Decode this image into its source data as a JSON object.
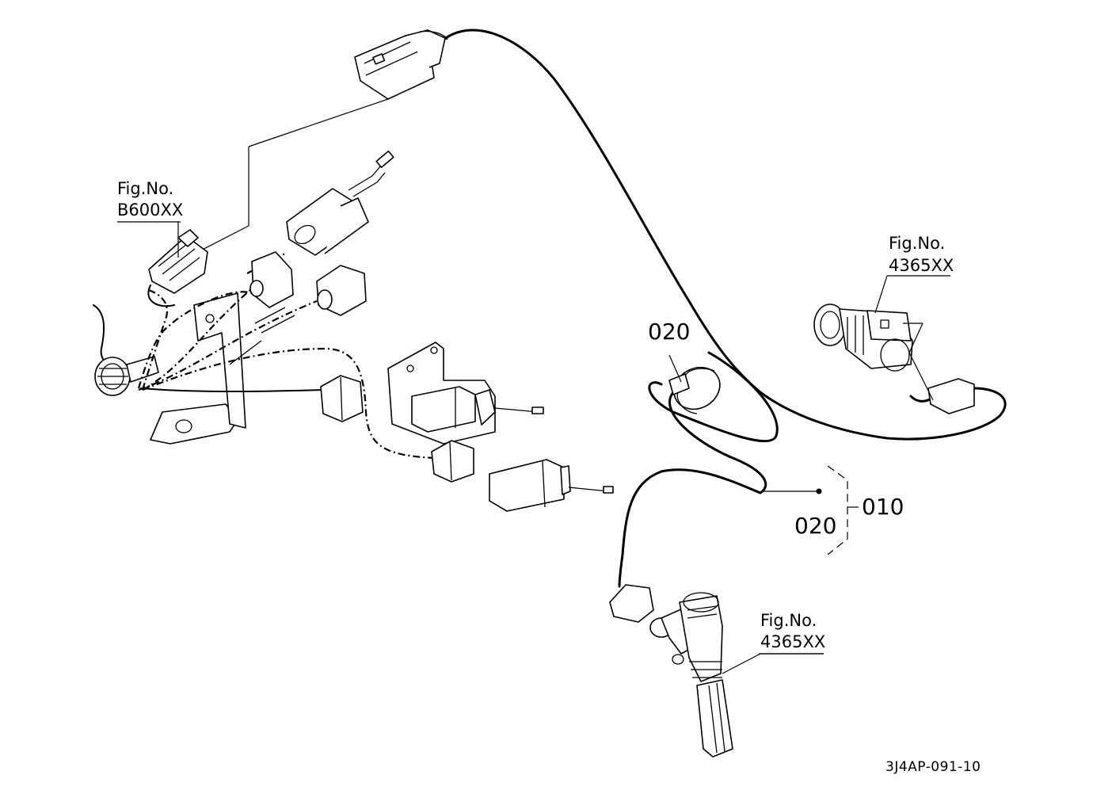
{
  "callouts": {
    "fig_b600": {
      "line1": "Fig.No.",
      "line2": "B600XX"
    },
    "fig_4365_top": {
      "line1": "Fig.No.",
      "line2": "4365XX"
    },
    "fig_4365_bottom": {
      "line1": "Fig.No.",
      "line2": "4365XX"
    }
  },
  "parts": {
    "part_020_top": "020",
    "part_020_group": "020",
    "part_010_group": "010"
  },
  "drawing_ref": "3J4AP-091-10",
  "colors": {
    "ink": "#000000",
    "paper": "#ffffff"
  }
}
